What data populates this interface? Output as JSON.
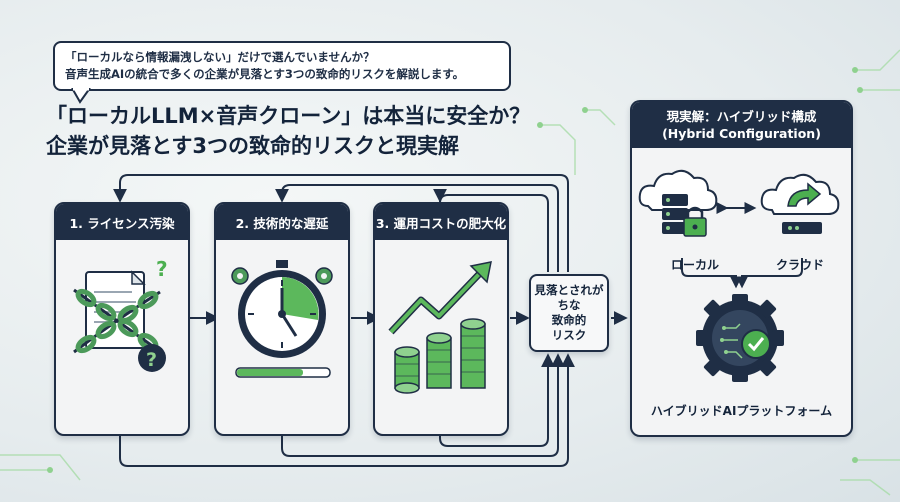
{
  "bubble": {
    "line1": "「ローカルなら情報漏洩しない」だけで選んでいませんか？",
    "line2": "音声生成AIの統合で多くの企業が見落とす3つの致命的リスクを解説します。"
  },
  "title": {
    "line1": "「ローカルLLM×音声クローン」は本当に安全か？",
    "line2": "企業が見落とす3つの致命的リスクと現実解"
  },
  "risks": [
    {
      "label": "1. ライセンス汚染",
      "icon": "chained-document-icon"
    },
    {
      "label": "2. 技術的な遅延",
      "icon": "stopwatch-icon"
    },
    {
      "label": "3. 運用コストの肥大化",
      "icon": "rising-coins-icon"
    }
  ],
  "center": {
    "line1": "見落とされがちな",
    "line2": "致命的",
    "line3": "リスク"
  },
  "solution": {
    "header_line1": "現実解：ハイブリッド構成",
    "header_line2": "(Hybrid Configuration)",
    "local_label": "ローカル",
    "cloud_label": "クラウド",
    "platform_label": "ハイブリッドAIプラットフォーム"
  },
  "colors": {
    "navy": "#1f2e45",
    "green": "#4caf50",
    "light_green": "#8fd18f",
    "card": "#f3f4f5"
  }
}
